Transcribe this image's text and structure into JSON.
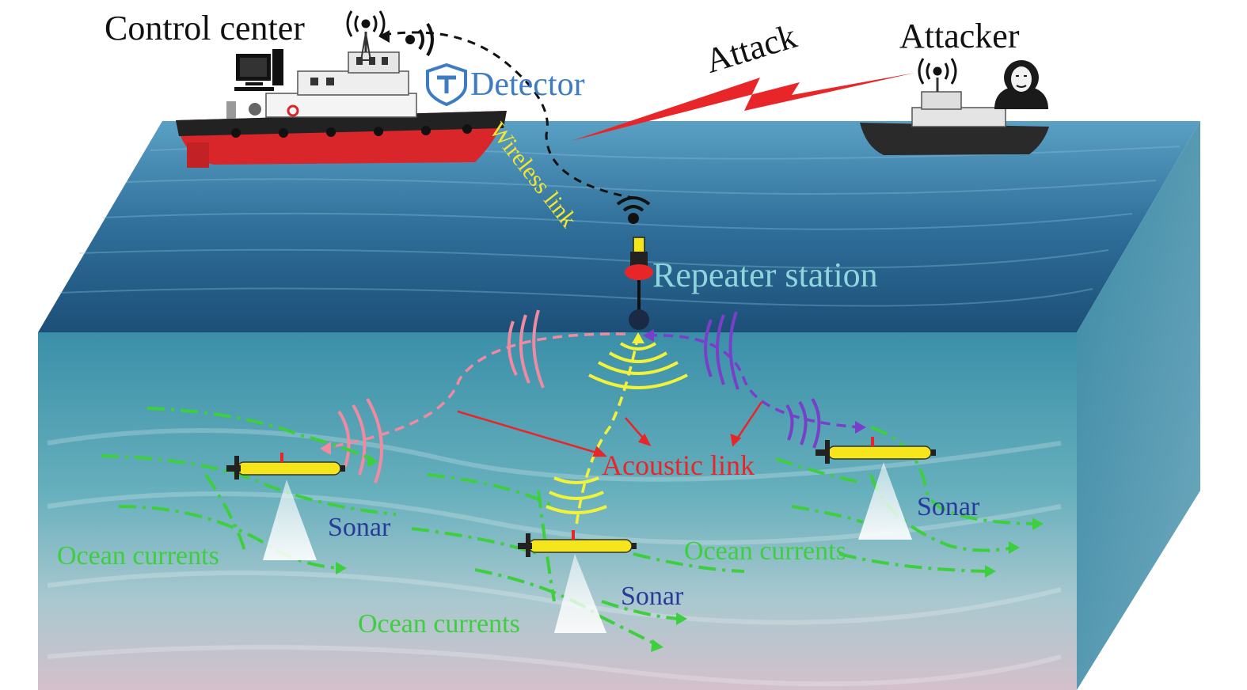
{
  "labels": {
    "control_center": "Control center",
    "attacker": "Attacker",
    "attack": "Attack",
    "detector": "Detector",
    "wireless_link": "Wireless link",
    "repeater_station": "Repeater station",
    "acoustic_link": "Acoustic link",
    "sonar": [
      "Sonar",
      "Sonar",
      "Sonar"
    ],
    "ocean_currents": [
      "Ocean currents",
      "Ocean currents",
      "Ocean currents"
    ]
  },
  "colors": {
    "wireless_link": "#f2e630",
    "attack_bolt": "#e8262a",
    "acoustic_link": "#e8262a",
    "ocean_currents": "#3ecf3e",
    "sonar": "#2a3a9a",
    "detector": "#3d7cc2",
    "repeater_station": "#8fd6dc",
    "link_pink": "#f08aa0",
    "link_yellow": "#f2f23a",
    "link_purple": "#7a3fc8",
    "auv_body": "#f4e61a"
  }
}
